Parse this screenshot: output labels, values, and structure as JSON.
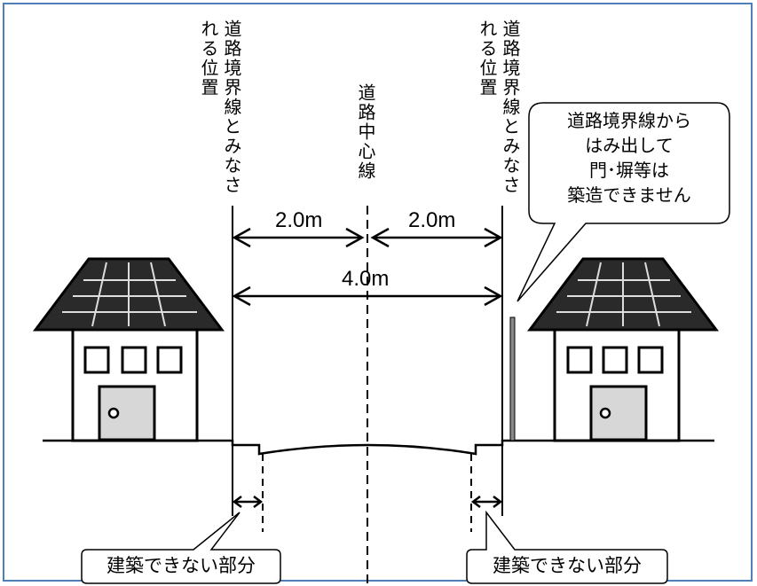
{
  "labels": {
    "left_boundary": "道路境界線とみなされる位置",
    "right_boundary": "道路境界線とみなされる位置",
    "centerline": "道路中心線",
    "dim_left": "2.0m",
    "dim_right": "2.0m",
    "dim_total": "4.0m",
    "callout_gate": "道路境界線から\nはみ出して\n門･塀等は\n築造できません",
    "no_build_left": "建築できない部分",
    "no_build_right": "建築できない部分"
  },
  "colors": {
    "frame": "#4f7fb8",
    "roof": "#2a2a2a",
    "door": "#d7d7d7"
  }
}
